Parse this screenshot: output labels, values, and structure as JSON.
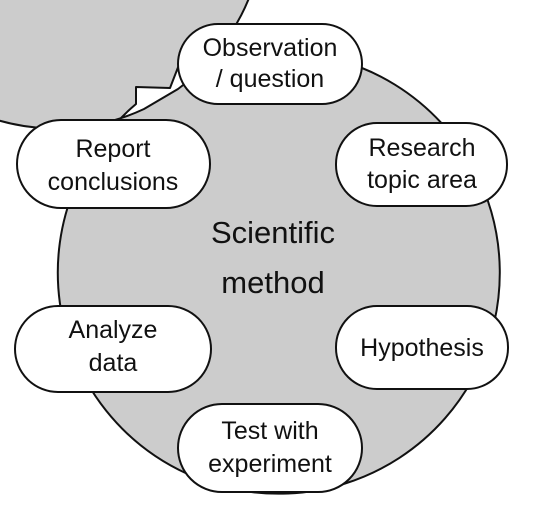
{
  "center": {
    "line1": "Scientific",
    "line2": "method"
  },
  "steps": [
    {
      "line1": "Observation",
      "line2": "/ question"
    },
    {
      "line1": "Research",
      "line2": "topic area"
    },
    {
      "line1": "Hypothesis",
      "line2": ""
    },
    {
      "line1": "Test with",
      "line2": "experiment"
    },
    {
      "line1": "Analyze",
      "line2": "data"
    },
    {
      "line1": "Report",
      "line2": "conclusions"
    }
  ],
  "colors": {
    "ring_fill": "#cccccc",
    "stroke": "#111111",
    "node_fill": "#ffffff",
    "text": "#111111"
  }
}
